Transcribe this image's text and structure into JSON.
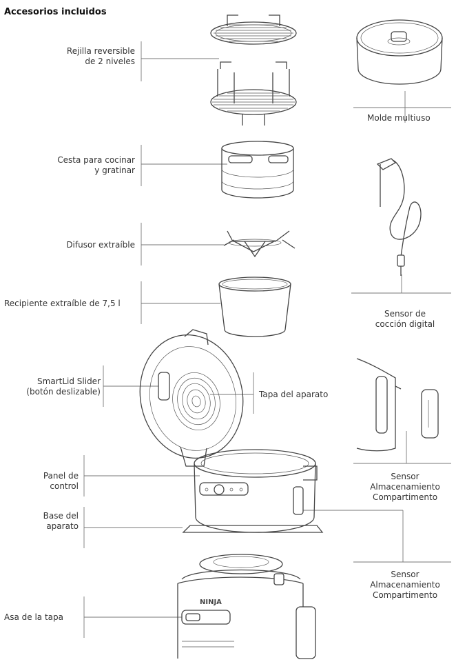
{
  "title": "Accesorios incluidos",
  "labels": {
    "rack": "Rejilla reversible\nde 2 niveles",
    "basket": "Cesta para cocinar\ny gratinar",
    "diffuser": "Difusor extraíble",
    "pot": "Recipiente extraíble de 7,5 l",
    "slider": "SmartLid Slider\n(botón deslizable)",
    "lid": "Tapa del aparato",
    "panel": "Panel de\ncontrol",
    "base": "Base del\naparato",
    "handle": "Asa de la tapa",
    "pan": "Molde multiuso",
    "probe": "Sensor de\ncocción digital",
    "storage1": "Sensor\nAlmacenamiento\nCompartimento",
    "storage2": "Sensor\nAlmacenamiento\nCompartimento"
  },
  "brand": "NINJA"
}
